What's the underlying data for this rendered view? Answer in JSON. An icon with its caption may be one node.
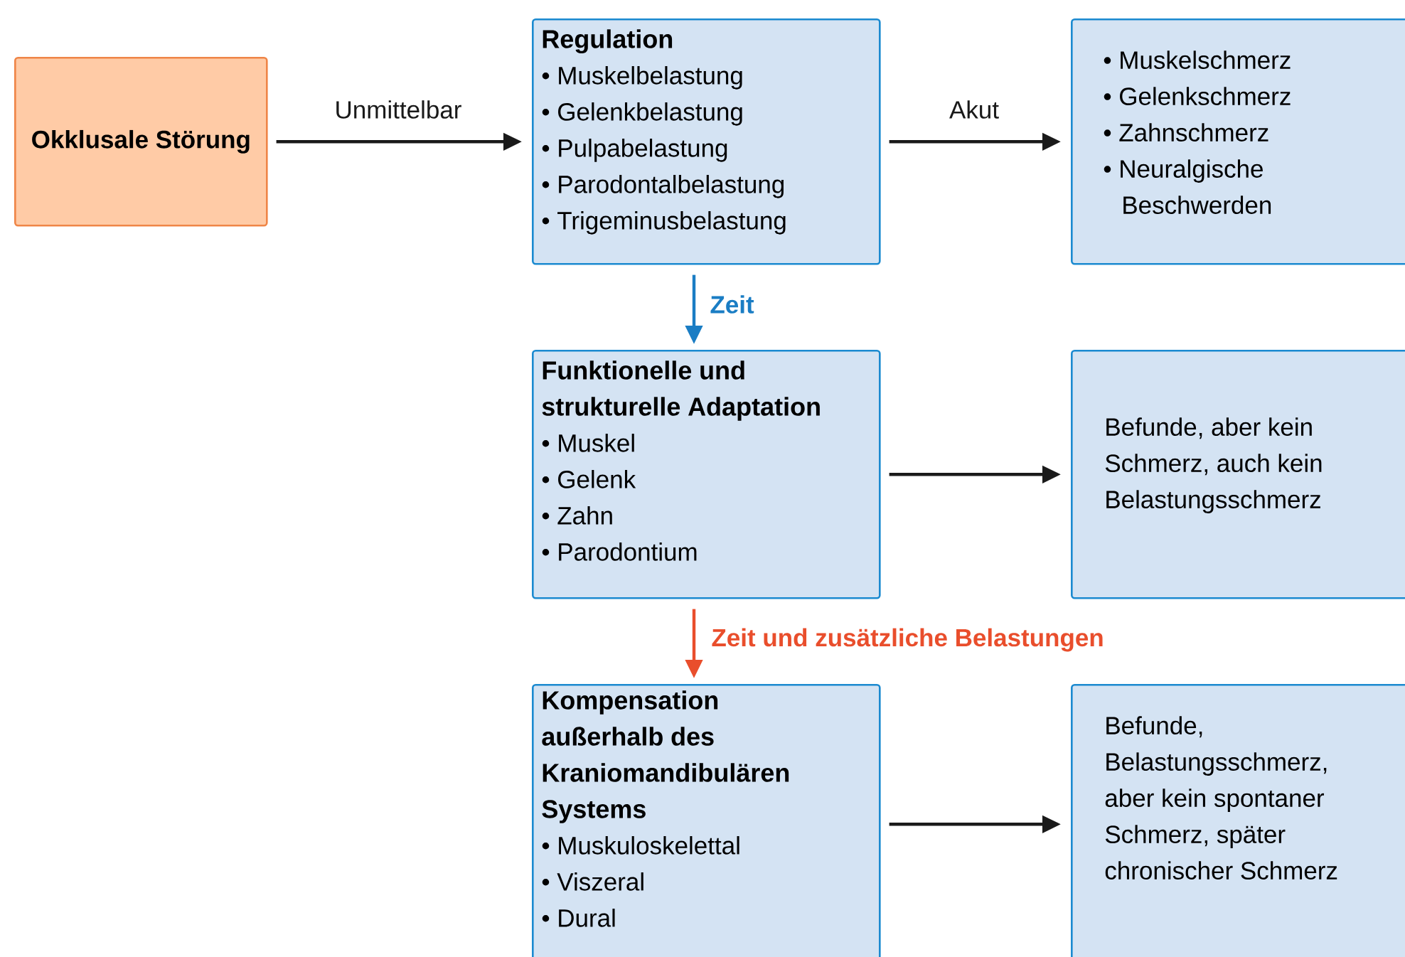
{
  "diagram": {
    "nodes": [
      {
        "text": [
          "Okklusale Störung"
        ]
      },
      {
        "text": [
          "Regulation",
          "• Muskelbelastung",
          "• Gelenkbelastung",
          "• Pulpabelastung",
          "• Parodontalbelastung",
          "• Trigeminusbelastung"
        ]
      },
      {
        "text": [
          "• Muskelschmerz",
          "• Gelenkschmerz",
          "• Zahnschmerz",
          "• Neuralgische Beschwerden"
        ]
      },
      {
        "text": [
          "Funktionelle und strukturelle Adaptation",
          "• Muskel",
          "• Gelenk",
          "• Zahn",
          "• Parodontium"
        ]
      },
      {
        "text": [
          "Befunde, aber kein Schmerz, auch kein Belastungsschmerz"
        ]
      },
      {
        "text": [
          "Kompensation außerhalb des Kraniomandibulären Systems",
          "• Muskuloskelettal",
          "• Viszeral",
          "• Dural"
        ]
      },
      {
        "text": [
          "Befunde, Belastungsschmerz, aber kein spontaner Schmerz, später chronischer Schmerz"
        ]
      }
    ],
    "edges": [
      {
        "from": 0,
        "to": 1,
        "arrow": "to",
        "label": "Unmittelbar"
      },
      {
        "from": 1,
        "to": 2,
        "arrow": "to",
        "label": "Akut"
      },
      {
        "from": 1,
        "to": 3,
        "arrow": "to",
        "label": "Zeit",
        "color": "#1a7dc4"
      },
      {
        "from": 3,
        "to": 4,
        "arrow": "to"
      },
      {
        "from": 3,
        "to": 5,
        "arrow": "to",
        "label": "Zeit und zusätzliche Belastungen",
        "color": "#e94e2c"
      },
      {
        "from": 5,
        "to": 6,
        "arrow": "to"
      }
    ]
  }
}
